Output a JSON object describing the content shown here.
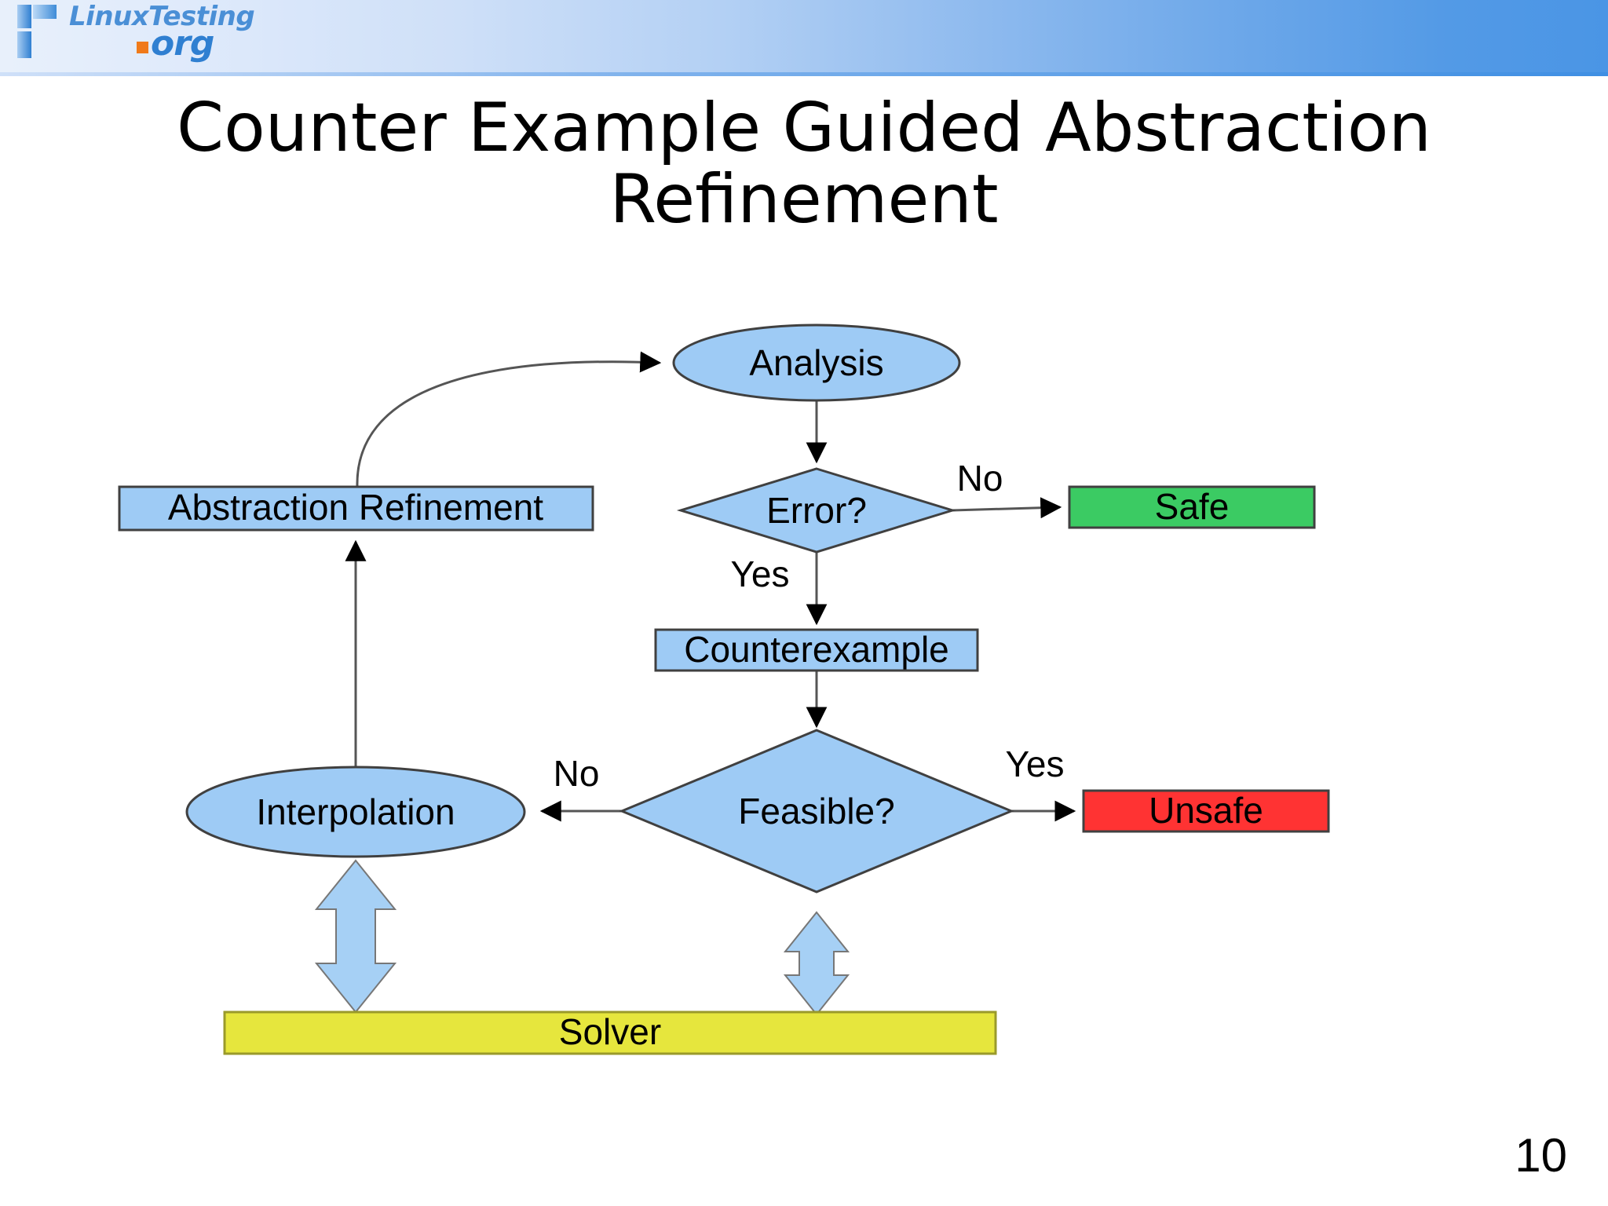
{
  "slide": {
    "title": "Counter Example Guided Abstraction\nRefinement",
    "page_number": "10"
  },
  "logo": {
    "line1": "LinuxTesting",
    "line2": "org",
    "dot_color": "#f07a1a",
    "text_color": "#2f7fd1"
  },
  "colors": {
    "node_blue": "#9ecbf5",
    "node_border": "#404040",
    "safe_green": "#3bcb63",
    "unsafe_red": "#ff3333",
    "solver_yellow": "#e6e63d",
    "arrow_blue": "#a6d0f5",
    "edge_gray": "#555555",
    "header_gradient_start": "#e8f0fb",
    "header_gradient_end": "#4a95e5"
  },
  "diagram": {
    "type": "flowchart",
    "nodes": [
      {
        "id": "analysis",
        "label": "Analysis",
        "shape": "ellipse",
        "fill": "#9ecbf5"
      },
      {
        "id": "error",
        "label": "Error?",
        "shape": "diamond",
        "fill": "#9ecbf5"
      },
      {
        "id": "safe",
        "label": "Safe",
        "shape": "rect",
        "fill": "#3bcb63"
      },
      {
        "id": "counterexample",
        "label": "Counterexample",
        "shape": "rect",
        "fill": "#9ecbf5"
      },
      {
        "id": "feasible",
        "label": "Feasible?",
        "shape": "diamond",
        "fill": "#9ecbf5"
      },
      {
        "id": "unsafe",
        "label": "Unsafe",
        "shape": "rect",
        "fill": "#ff3333"
      },
      {
        "id": "interpolation",
        "label": "Interpolation",
        "shape": "ellipse",
        "fill": "#9ecbf5"
      },
      {
        "id": "abstraction",
        "label": "Abstraction Refinement",
        "shape": "rect",
        "fill": "#9ecbf5"
      },
      {
        "id": "solver",
        "label": "Solver",
        "shape": "rect",
        "fill": "#e6e63d"
      }
    ],
    "edges": [
      {
        "from": "analysis",
        "to": "error",
        "label": ""
      },
      {
        "from": "error",
        "to": "safe",
        "label": "No"
      },
      {
        "from": "error",
        "to": "counterexample",
        "label": "Yes"
      },
      {
        "from": "counterexample",
        "to": "feasible",
        "label": ""
      },
      {
        "from": "feasible",
        "to": "unsafe",
        "label": "Yes"
      },
      {
        "from": "feasible",
        "to": "interpolation",
        "label": "No"
      },
      {
        "from": "interpolation",
        "to": "abstraction",
        "label": ""
      },
      {
        "from": "abstraction",
        "to": "analysis",
        "label": ""
      },
      {
        "from": "interpolation",
        "to": "solver",
        "label": "",
        "style": "double-arrow"
      },
      {
        "from": "feasible",
        "to": "solver",
        "label": "",
        "style": "double-arrow"
      }
    ],
    "edge_labels": {
      "error_no": "No",
      "error_yes": "Yes",
      "feasible_yes": "Yes",
      "feasible_no": "No"
    }
  }
}
